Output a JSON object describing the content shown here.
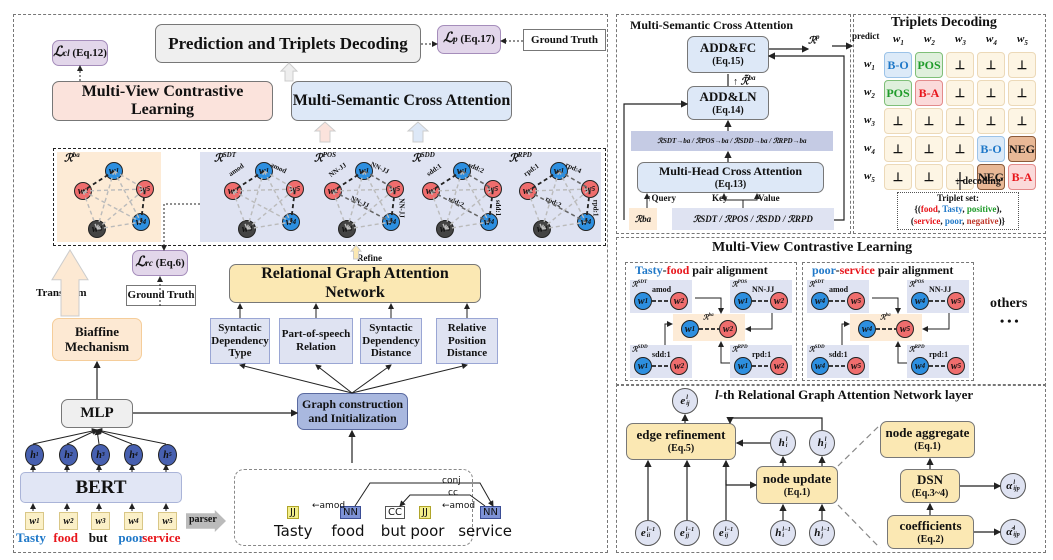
{
  "left_panel": {
    "prediction_box": "Prediction and Triplets Decoding",
    "loss_cl": {
      "symbol": "ℒ",
      "sub": "cl",
      "eq": "(Eq.12)"
    },
    "loss_p": {
      "symbol": "ℒ",
      "sub": "p",
      "eq": "(Eq.17)"
    },
    "loss_rc": {
      "symbol": "ℒ",
      "sub": "rc",
      "eq": "(Eq.6)"
    },
    "ground_truth_top": "Ground Truth",
    "ground_truth_mid": "Ground Truth",
    "mvcl_box": "Multi-View Contrastive Learning",
    "msca_box": "Multi-Semantic Cross Attention",
    "graphs": [
      {
        "name": "ba",
        "label": "ℛ",
        "sup": "ba",
        "edge_labels": []
      },
      {
        "name": "SDT",
        "label": "ℛ",
        "sup": "SDT",
        "edge_labels": [
          "amod",
          "amod"
        ]
      },
      {
        "name": "POS",
        "label": "ℛ",
        "sup": "POS",
        "edge_labels": [
          "NN-JJ",
          "NN-JJ",
          "NN-JJ",
          "NN-JJ"
        ]
      },
      {
        "name": "SDD",
        "label": "ℛ",
        "sup": "SDD",
        "edge_labels": [
          "sdd:1",
          "sdd:2",
          "sdd:2",
          "sdd:1"
        ]
      },
      {
        "name": "RPD",
        "label": "ℛ",
        "sup": "RPD",
        "edge_labels": [
          "rpd:1",
          "rpd:4",
          "rpd:2",
          "rpd:1"
        ]
      }
    ],
    "graph_nodes": [
      "w1",
      "w2",
      "w3",
      "w4",
      "w5"
    ],
    "transform_label": "Transform",
    "refine_label": "Refine",
    "rgat_box": "Relational Graph Attention Network",
    "relation_boxes": [
      "Syntactic Dependency Type",
      "Part-of-speech Relation",
      "Syntactic Dependency Distance",
      "Relative Position Distance"
    ],
    "biaffine_box": "Biaffine Mechanism",
    "mlp_box": "MLP",
    "graph_init_box": "Graph construction and Initialization",
    "bert_box": "BERT",
    "hidden_nodes": [
      "h1",
      "h2",
      "h3",
      "h4",
      "h5"
    ],
    "word_tokens": [
      "w1",
      "w2",
      "w3",
      "w4",
      "w5"
    ],
    "words": [
      {
        "text": "Tasty",
        "color": "#1f78c8"
      },
      {
        "text": "food",
        "color": "#e8151b"
      },
      {
        "text": "but",
        "color": "#111111"
      },
      {
        "text": "poor",
        "color": "#1f78c8"
      },
      {
        "text": "service",
        "color": "#e8151b"
      }
    ],
    "parser_label": "parser",
    "parse_tree": {
      "tokens": [
        {
          "word": "Tasty",
          "tag": "JJ"
        },
        {
          "word": "food",
          "tag": "NN"
        },
        {
          "word": "but",
          "tag": "CC"
        },
        {
          "word": "poor",
          "tag": "JJ"
        },
        {
          "word": "service",
          "tag": "NN"
        }
      ],
      "arcs": [
        "amod",
        "conj",
        "cc",
        "amod"
      ]
    }
  },
  "msca_panel": {
    "title": "Multi-Semantic Cross Attention",
    "add_fc": {
      "title": "ADD&FC",
      "eq": "(Eq.15)"
    },
    "rp_label": "ℛ",
    "rp_sup": "p",
    "r_tilde_label": "ℛ̃",
    "r_tilde_sup": "ba",
    "add_ln": {
      "title": "ADD&LN",
      "eq": "(Eq.14)"
    },
    "cross_bar": "ℛSDT→ba / ℛPOS→ba / ℛSDD→ba / ℛRPD→ba",
    "mhca": {
      "title": "Multi-Head Cross Attention",
      "eq": "(Eq.13)"
    },
    "query_label": "Query",
    "key_label": "Key",
    "value_label": "Value",
    "rba_input": "ℛba",
    "views_input": "ℛSDT / ℛPOS / ℛSDD / ℛRPD"
  },
  "triplets_panel": {
    "title": "Triplets Decoding",
    "predict_label": "predict",
    "col_headers": [
      "w1",
      "w2",
      "w3",
      "w4",
      "w5"
    ],
    "row_headers": [
      "w1",
      "w2",
      "w3",
      "w4",
      "w5"
    ],
    "matrix": [
      [
        "B-O",
        "POS",
        "⊥",
        "⊥",
        "⊥"
      ],
      [
        "POS",
        "B-A",
        "⊥",
        "⊥",
        "⊥"
      ],
      [
        "⊥",
        "⊥",
        "⊥",
        "⊥",
        "⊥"
      ],
      [
        "⊥",
        "⊥",
        "⊥",
        "B-O",
        "NEG"
      ],
      [
        "⊥",
        "⊥",
        "⊥",
        "NEG",
        "B-A"
      ]
    ],
    "tag_colors": {
      "B-O": {
        "bg": "#dceaf8",
        "border": "#9cc3e8",
        "text": "#1f78c8"
      },
      "POS": {
        "bg": "#dff0dc",
        "border": "#7fbf78",
        "text": "#1f9b2a"
      },
      "B-A": {
        "bg": "#fbdada",
        "border": "#e38b8b",
        "text": "#e8151b"
      },
      "NEG": {
        "bg": "#e8b896",
        "border": "#8a5a3a",
        "text": "#111111"
      },
      "⊥": {
        "bg": "#fdf5e4",
        "border": "#ecd9b8",
        "text": "#111111"
      }
    },
    "decoding_label": "decoding",
    "triplet_set_title": "Triplet set:",
    "triplets": [
      [
        {
          "t": "{(",
          "c": "#111111"
        },
        {
          "t": "food",
          "c": "#e8151b"
        },
        {
          "t": ", ",
          "c": "#111111"
        },
        {
          "t": "Tasty",
          "c": "#1f78c8"
        },
        {
          "t": ", ",
          "c": "#111111"
        },
        {
          "t": "positive",
          "c": "#1f9b2a"
        },
        {
          "t": "),",
          "c": "#111111"
        }
      ],
      [
        {
          "t": "(",
          "c": "#111111"
        },
        {
          "t": "service",
          "c": "#e8151b"
        },
        {
          "t": ", ",
          "c": "#111111"
        },
        {
          "t": "poor",
          "c": "#1f78c8"
        },
        {
          "t": ", ",
          "c": "#111111"
        },
        {
          "t": "negative",
          "c": "#c0392b"
        },
        {
          "t": ")}",
          "c": "#111111"
        }
      ]
    ]
  },
  "mvcl_panel": {
    "title": "Multi-View Contrastive Learning",
    "pairs": [
      {
        "title_parts": [
          {
            "t": "Tasty",
            "c": "#1f78c8"
          },
          {
            "t": "-",
            "c": "#111111"
          },
          {
            "t": "food",
            "c": "#e8151b"
          },
          {
            "t": " pair alignment",
            "c": "#111111"
          }
        ],
        "nodes": [
          "w1",
          "w2"
        ],
        "views": [
          {
            "name": "SDT",
            "edge": "amod"
          },
          {
            "name": "POS",
            "edge": "NN-JJ"
          },
          {
            "name": "SDD",
            "edge": "sdd:1"
          },
          {
            "name": "RPD",
            "edge": "rpd:1"
          }
        ],
        "center": "ba"
      },
      {
        "title_parts": [
          {
            "t": "poor",
            "c": "#1f78c8"
          },
          {
            "t": "-",
            "c": "#111111"
          },
          {
            "t": "service",
            "c": "#e8151b"
          },
          {
            "t": " pair alignment",
            "c": "#111111"
          }
        ],
        "nodes": [
          "w4",
          "w5"
        ],
        "views": [
          {
            "name": "SDT",
            "edge": "amod"
          },
          {
            "name": "POS",
            "edge": "NN-JJ"
          },
          {
            "name": "SDD",
            "edge": "sdd:1"
          },
          {
            "name": "RPD",
            "edge": "rpd:1"
          }
        ],
        "center": "ba"
      }
    ],
    "others_label": "others",
    "ellipsis": "• • •"
  },
  "rgat_layer_panel": {
    "title_italic": "l",
    "title_rest": "-th Relational Graph Attention Network layer",
    "edge_refinement": {
      "title": "edge refinement",
      "eq": "(Eq.5)"
    },
    "node_update": {
      "title": "node update",
      "eq": "(Eq.1)"
    },
    "node_aggregate": {
      "title": "node aggregate",
      "eq": "(Eq.1)"
    },
    "dsn": {
      "title": "DSN",
      "eq": "(Eq.3~4)"
    },
    "coefficients": {
      "title": "coefficients",
      "eq": "(Eq.2)"
    },
    "output_edge": {
      "base": "e",
      "sup": "l",
      "sub": "ij"
    },
    "h_out": [
      {
        "base": "h",
        "sup": "l",
        "sub": "i"
      },
      {
        "base": "h",
        "sup": "l",
        "sub": "j"
      }
    ],
    "inputs": [
      {
        "base": "e",
        "sup": "l−1",
        "sub": "ii"
      },
      {
        "base": "e",
        "sup": "l−1",
        "sub": "jj"
      },
      {
        "base": "e",
        "sup": "l−1",
        "sub": "ij"
      },
      {
        "base": "h",
        "sup": "l−1",
        "sub": "i"
      },
      {
        "base": "h",
        "sup": "l−1",
        "sub": "j"
      }
    ],
    "alpha": {
      "base": "α",
      "sup": "l",
      "sub": "ijp"
    },
    "alpha_hat": {
      "base": "α̂",
      "sup": "l",
      "sub": "ijp"
    }
  }
}
